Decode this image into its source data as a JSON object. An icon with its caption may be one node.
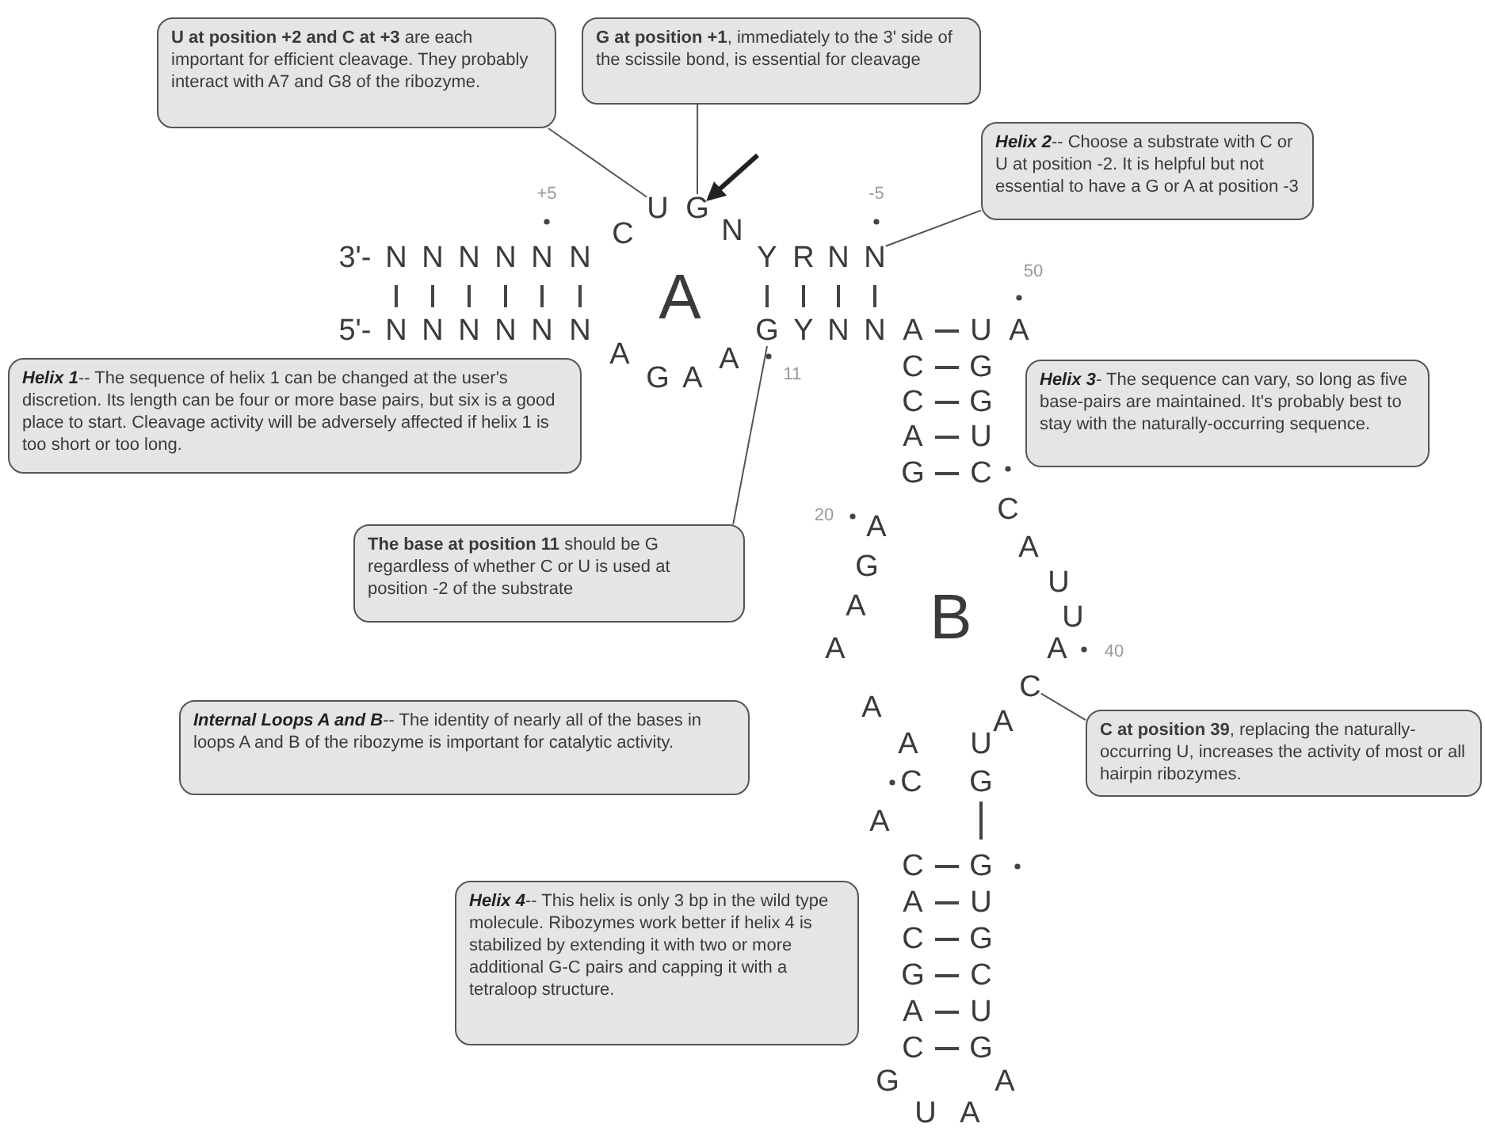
{
  "diagram": {
    "nodes": [
      {
        "text": [
          "**U at position +2 and C at +3** are each important for efficient cleavage.  They probably interact with A7 and G8 of the ribozyme."
        ]
      },
      {
        "text": [
          "**G at position +1**, immediately to the 3' side of the scissile bond, is essential for cleavage"
        ]
      },
      {
        "text": [
          "Helix 2",
          "-- Choose a substrate with C or U at position -2.  It is helpful but not essential to have a G or A at position -3"
        ]
      },
      {
        "text": [
          "Helix 1",
          "-- The sequence of helix 1 can be changed at the user's discretion.  Its length can be four or more base pairs, but six is a good place to start.  Cleavage activity will be adversely affected if helix 1 is too short or too long."
        ]
      },
      {
        "text": [
          "Helix 3",
          "- The sequence can vary, so long as five base-pairs are maintained. It's probably best to stay with the naturally-occurring sequence."
        ]
      },
      {
        "text": [
          "**The base at position 11** should be G regardless of whether C or U is used at position -2 of the substrate"
        ]
      },
      {
        "text": [
          "Internal Loops A and B",
          "-- The identity of nearly all of the bases in loops A and B of the ribozyme is important for catalytic activity."
        ]
      },
      {
        "text": [
          "**C at position 39**, replacing the naturally-occurring U, increases the activity of most or all hairpin ribozymes."
        ]
      },
      {
        "text": [
          "Helix 4",
          "-- This helix is only 3 bp in the wild type molecule.  Ribozymes work better if helix 4 is stabilized by extending it with two or more additional G-C pairs and capping it with a tetraloop structure."
        ]
      },
      {
        "text": [
          "U"
        ]
      },
      {
        "text": [
          "G"
        ]
      },
      {
        "text": [
          "N"
        ]
      },
      {
        "text": [
          "G"
        ]
      },
      {
        "text": [
          "C"
        ]
      }
    ],
    "edges": [
      {
        "from": 0,
        "to": 9,
        "arrow": "none"
      },
      {
        "from": 1,
        "to": 10,
        "arrow": "none"
      },
      {
        "from": 2,
        "to": 11,
        "arrow": "none"
      },
      {
        "from": 5,
        "to": 12,
        "arrow": "none"
      },
      {
        "from": 7,
        "to": 13,
        "arrow": "none"
      },
      {
        "from": null,
        "to": 10,
        "arrow": "to",
        "style": "thick",
        "color": "#222222"
      }
    ],
    "labels": [
      "+5",
      "-5",
      "C",
      "N",
      "3'-",
      "N",
      "N",
      "N",
      "N",
      "N",
      "N",
      "Y",
      "R",
      "N",
      "50",
      "A",
      "5'-",
      "N",
      "N",
      "N",
      "N",
      "N",
      "N",
      "Y",
      "N",
      "N",
      "A",
      "U",
      "A",
      "A",
      "A",
      "11",
      "G",
      "A",
      "C",
      "G",
      "C",
      "G",
      "A",
      "U",
      "G",
      "C",
      "C",
      "20",
      "A",
      "A",
      "G",
      "U",
      "A",
      "B",
      "U",
      "A",
      "A",
      "40",
      "A",
      "A",
      "A",
      "U",
      "C",
      "G",
      "A",
      "C",
      "G",
      "A",
      "U",
      "C",
      "G",
      "G",
      "C",
      "A",
      "U",
      "C",
      "G",
      "G",
      "A",
      "U",
      "A"
    ]
  }
}
